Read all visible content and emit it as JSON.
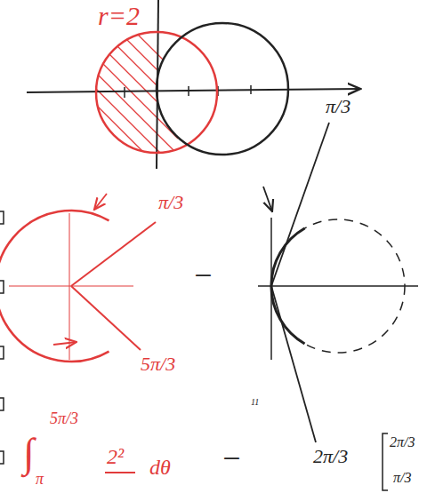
{
  "diagram": {
    "labels": [
      "r=2",
      "π/3",
      "5π/3",
      "π/3",
      "2π/3",
      "−",
      "11",
      "∫",
      "5π/3",
      "π",
      "2²",
      "dθ",
      "−",
      "2π/3",
      "π/3"
    ]
  }
}
